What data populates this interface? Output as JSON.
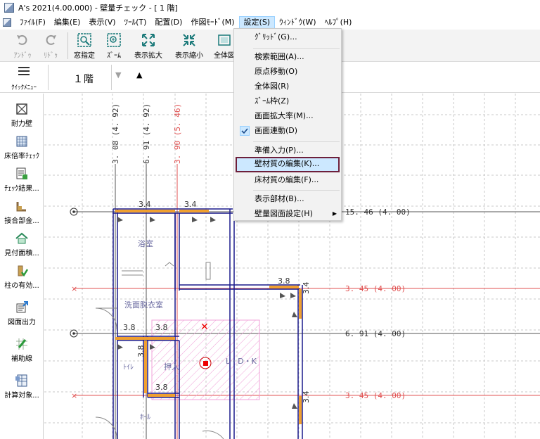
{
  "window": {
    "title": "A's 2021(4.00.000) - 壁量チェック - [ 1 階]"
  },
  "menubar": {
    "items": [
      "ﾌｧｲﾙ(F)",
      "編集(E)",
      "表示(V)",
      "ﾂｰﾙ(T)",
      "配置(D)",
      "作図ﾓｰﾄﾞ(M)",
      "設定(S)",
      "ｳｨﾝﾄﾞｳ(W)",
      "ﾍﾙﾌﾟ(H)"
    ]
  },
  "toolbar": {
    "undo": "ｱﾝﾄﾞｩ",
    "redo": "ﾘﾄﾞｩ",
    "window_select": "窓指定",
    "zoom": "ｽﾞｰﾑ",
    "zoom_in": "表示拡大",
    "zoom_out": "表示縮小",
    "fit_all": "全体図"
  },
  "toolbar2": {
    "quick_menu": "ｸｲｯｸﾒﾆｭｰ",
    "floor": "１階",
    "floor_down": "▼",
    "floor_up": "▲"
  },
  "leftpanel": {
    "items": [
      "耐力壁",
      "床倍率ﾁｪｯｸ",
      "ﾁｪｯｸ結果...",
      "接合部金...",
      "見付面積...",
      "柱の有効...",
      "図面出力",
      "補助線",
      "計算対象..."
    ]
  },
  "settings_menu": {
    "items": [
      "ｸﾞﾘｯﾄﾞ(G)...",
      "検索範囲(A)...",
      "原点移動(O)",
      "全体図(R)",
      "ｽﾞｰﾑ枠(Z)",
      "画面拡大率(M)...",
      "画面連動(D)",
      "準備入力(P)...",
      "壁材質の編集(K)...",
      "床材質の編集(F)...",
      "表示部材(B)...",
      "壁量図面設定(H)"
    ],
    "highlighted": "壁材質の編集(K)...",
    "checked": "画面連動(D)"
  },
  "drawing": {
    "vertical_dims": [
      "3. 08 (4. 92)",
      "6. 91 (4. 92)",
      "3. 90 (5. 46)"
    ],
    "horizontal_dims": [
      "15. 46 (4. 00)",
      "3. 45 (4. 00)",
      "6. 91 (4. 00)",
      "3. 45 (4. 00)"
    ],
    "wall_labels": [
      "3.4",
      "3.4",
      "3.8",
      "3.4",
      "3.8",
      "3.8",
      "3.8",
      "3.8",
      "3.4"
    ],
    "rooms": [
      "浴室",
      "洗面脱衣室",
      "押入",
      "ﾄｲﾚ",
      "L・D・K",
      "ﾎｰﾙ"
    ],
    "colors": {
      "dim_red": "#e05050",
      "wall_blue": "#1a1a8c",
      "wall_orange": "#f0a030",
      "hatch_pink": "#f0a0d8",
      "grid": "#c8c8c8"
    }
  }
}
